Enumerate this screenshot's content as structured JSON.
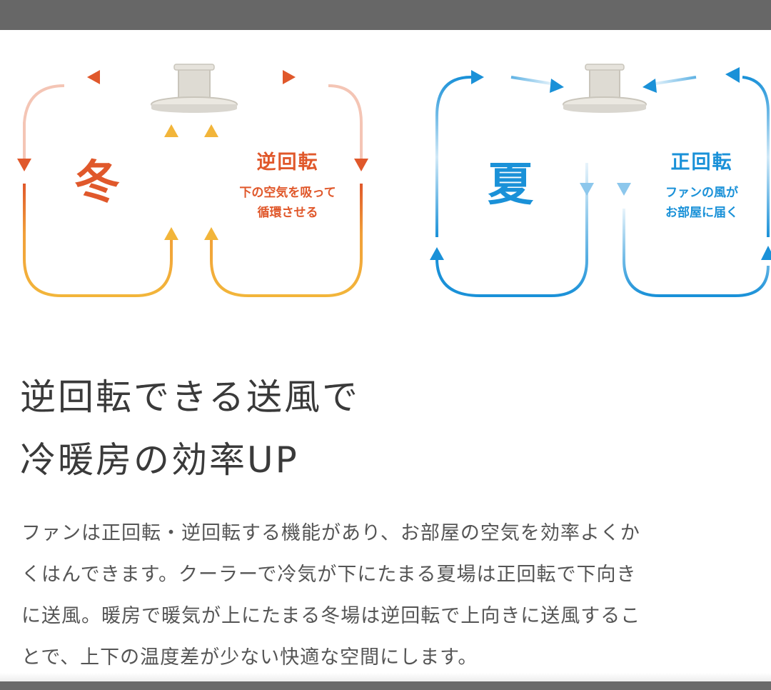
{
  "diagram": {
    "winter": {
      "season": "冬",
      "mode": "逆回転",
      "desc_lines": [
        "下の空気を吸って",
        "循環させる"
      ]
    },
    "summer": {
      "season": "夏",
      "mode": "正回転",
      "desc_lines": [
        "ファンの風が",
        "お部屋に届く"
      ]
    },
    "colors": {
      "winter_warm": "#e0582b",
      "winter_yellow": "#f2b53a",
      "summer_blue": "#1a91d8",
      "fan": "#d9d6cf"
    }
  },
  "headline": {
    "lines": [
      "逆回転できる送風で",
      "冷暖房の効率UP"
    ]
  },
  "body": {
    "lines": [
      "ファンは正回転・逆回転する機能があり、お部屋の空気を効率よくか",
      "くはんできます。クーラーで冷気が下にたまる夏場は正回転で下向き",
      "に送風。暖房で暖気が上にたまる冬場は逆回転で上向きに送風するこ",
      "とで、上下の温度差が少ない快適な空間にします。"
    ]
  }
}
